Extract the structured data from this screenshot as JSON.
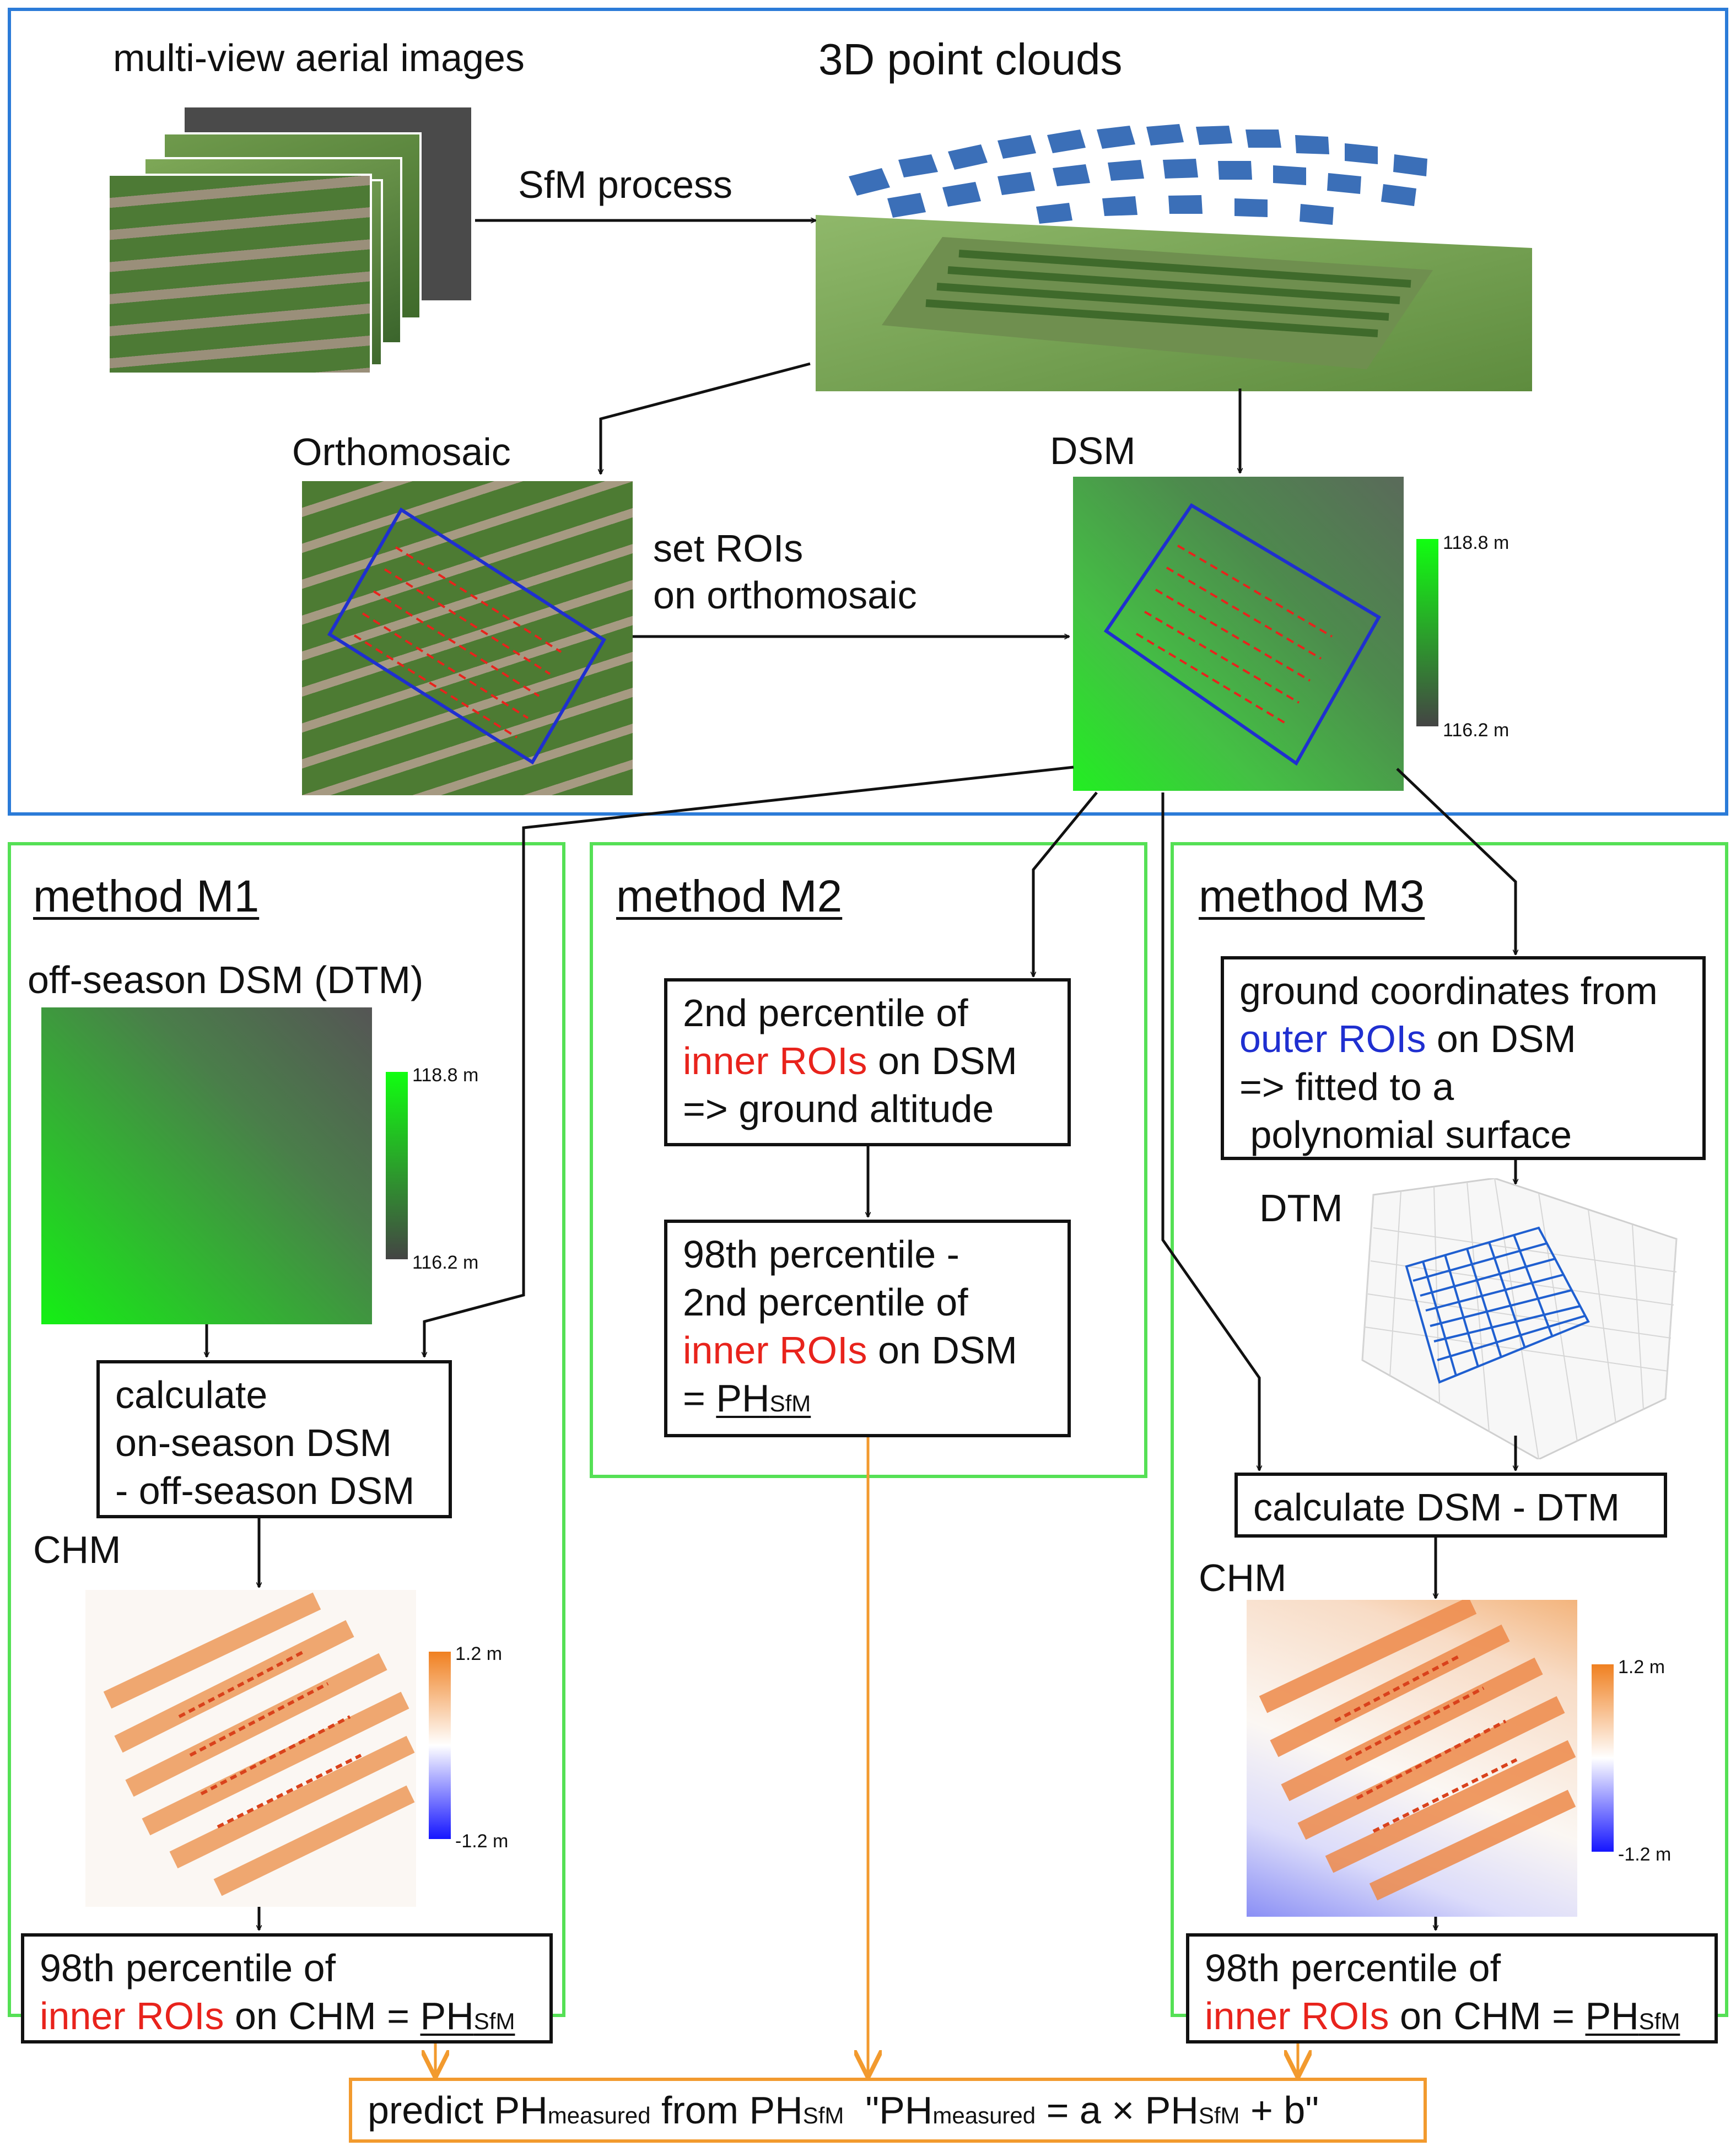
{
  "top": {
    "images_label": "multi-view aerial images",
    "cloud_label": "3D point clouds",
    "sfm_label": "SfM process",
    "ortho_label": "Orthomosaic",
    "dsm_label": "DSM",
    "roi_line1": "set ROIs",
    "roi_line2": "on orthomosaic",
    "dsm_max": "118.8 m",
    "dsm_min": "116.2 m"
  },
  "m1": {
    "title": "method M1",
    "dtm_label": "off-season DSM (DTM)",
    "dtm_max": "118.8 m",
    "dtm_min": "116.2 m",
    "calc_l1": "calculate",
    "calc_l2": "on-season DSM",
    "calc_l3": "- off-season DSM",
    "chm_label": "CHM",
    "chm_max": "1.2 m",
    "chm_min": "-1.2 m",
    "res_l1": "98th percentile of",
    "res_red": "inner ROIs",
    "res_rest": " on CHM = ",
    "res_ph": "PH",
    "res_sub": "SfM"
  },
  "m2": {
    "title": "method M2",
    "b1_l1": "2nd percentile of",
    "b1_red": "inner ROIs",
    "b1_rest": " on DSM",
    "b1_l3": "=> ground altitude",
    "b2_l1": "98th percentile -",
    "b2_l2": "2nd percentile of",
    "b2_red": "inner ROIs",
    "b2_rest": " on DSM",
    "b2_eq": "= ",
    "b2_ph": "PH",
    "b2_sub": "SfM"
  },
  "m3": {
    "title": "method M3",
    "b1_l1": "ground coordinates from",
    "b1_blue": "outer ROIs",
    "b1_rest": " on DSM",
    "b1_l3": "=> fitted to a",
    "b1_l4": " polynomial surface",
    "dtm_label": "DTM",
    "calc": "calculate DSM - DTM",
    "chm_label": "CHM",
    "chm_max": "1.2 m",
    "chm_min": "-1.2 m",
    "res_l1": "98th percentile of",
    "res_red": "inner ROIs",
    "res_rest": " on CHM = ",
    "res_ph": "PH",
    "res_sub": "SfM"
  },
  "bottom": {
    "p1": "predict PH",
    "s1": "measured",
    "p2": " from PH",
    "s2": "SfM",
    "p3": "  \"PH",
    "s3": "measured",
    "p4": " = a × PH",
    "s4": "SfM",
    "p5": " + b\""
  },
  "colors": {
    "top_frame": "#2b7bd8",
    "method_frame": "#55e055",
    "arrow_orange": "#f29a2e",
    "roi_red": "#e8231c",
    "roi_blue": "#1f2fd0"
  }
}
